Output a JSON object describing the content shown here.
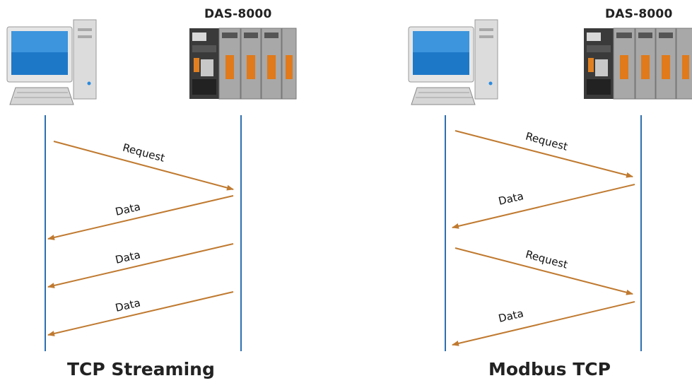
{
  "left": {
    "device_label": "DAS-8000",
    "title": "TCP Streaming",
    "messages": [
      "Request",
      "Data",
      "Data",
      "Data"
    ]
  },
  "right": {
    "device_label": "DAS-8000",
    "title": "Modbus TCP",
    "messages": [
      "Request",
      "Data",
      "Request",
      "Data"
    ]
  },
  "colors": {
    "lifeline": "#2e6fb0",
    "arrow": "#c07a30"
  },
  "icons": [
    "desktop-computer-icon",
    "das-8000-device-icon"
  ]
}
